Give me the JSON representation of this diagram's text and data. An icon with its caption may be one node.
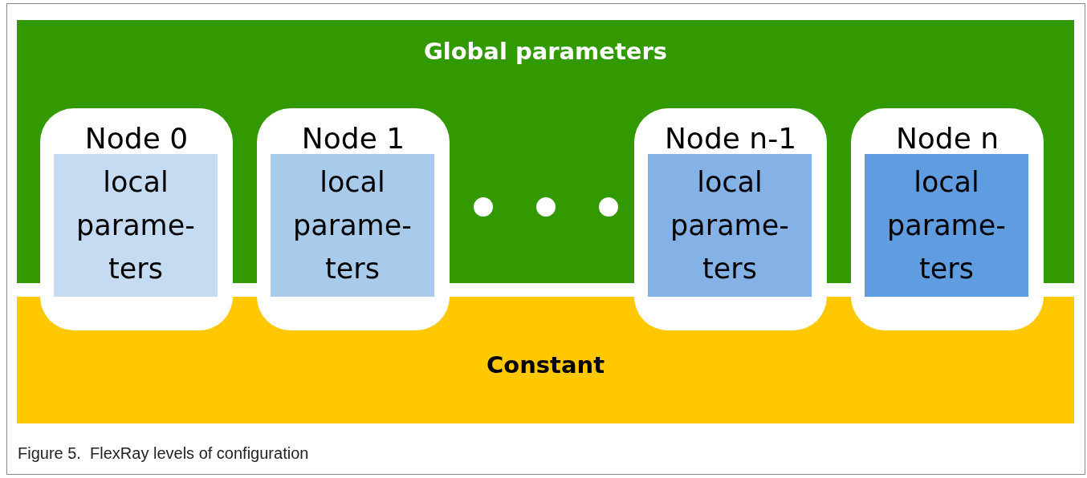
{
  "diagram": {
    "caption": "Figure 5.  FlexRay levels of configuration",
    "nodes": [
      {
        "text": [
          "Global parameters"
        ]
      },
      {
        "text": [
          "Constant"
        ]
      },
      {
        "text": [
          "Node 0"
        ]
      },
      {
        "text": [
          "local parame- ters"
        ],
        "in": 2
      },
      {
        "text": [
          "Node 1"
        ]
      },
      {
        "text": [
          "local parame- ters"
        ],
        "in": 4
      },
      {
        "text": [
          "Node n-1"
        ]
      },
      {
        "text": [
          "local parame- ters"
        ],
        "in": 6
      },
      {
        "text": [
          "Node n"
        ]
      },
      {
        "text": [
          "local parame- ters"
        ],
        "in": 8
      }
    ],
    "edges": []
  }
}
